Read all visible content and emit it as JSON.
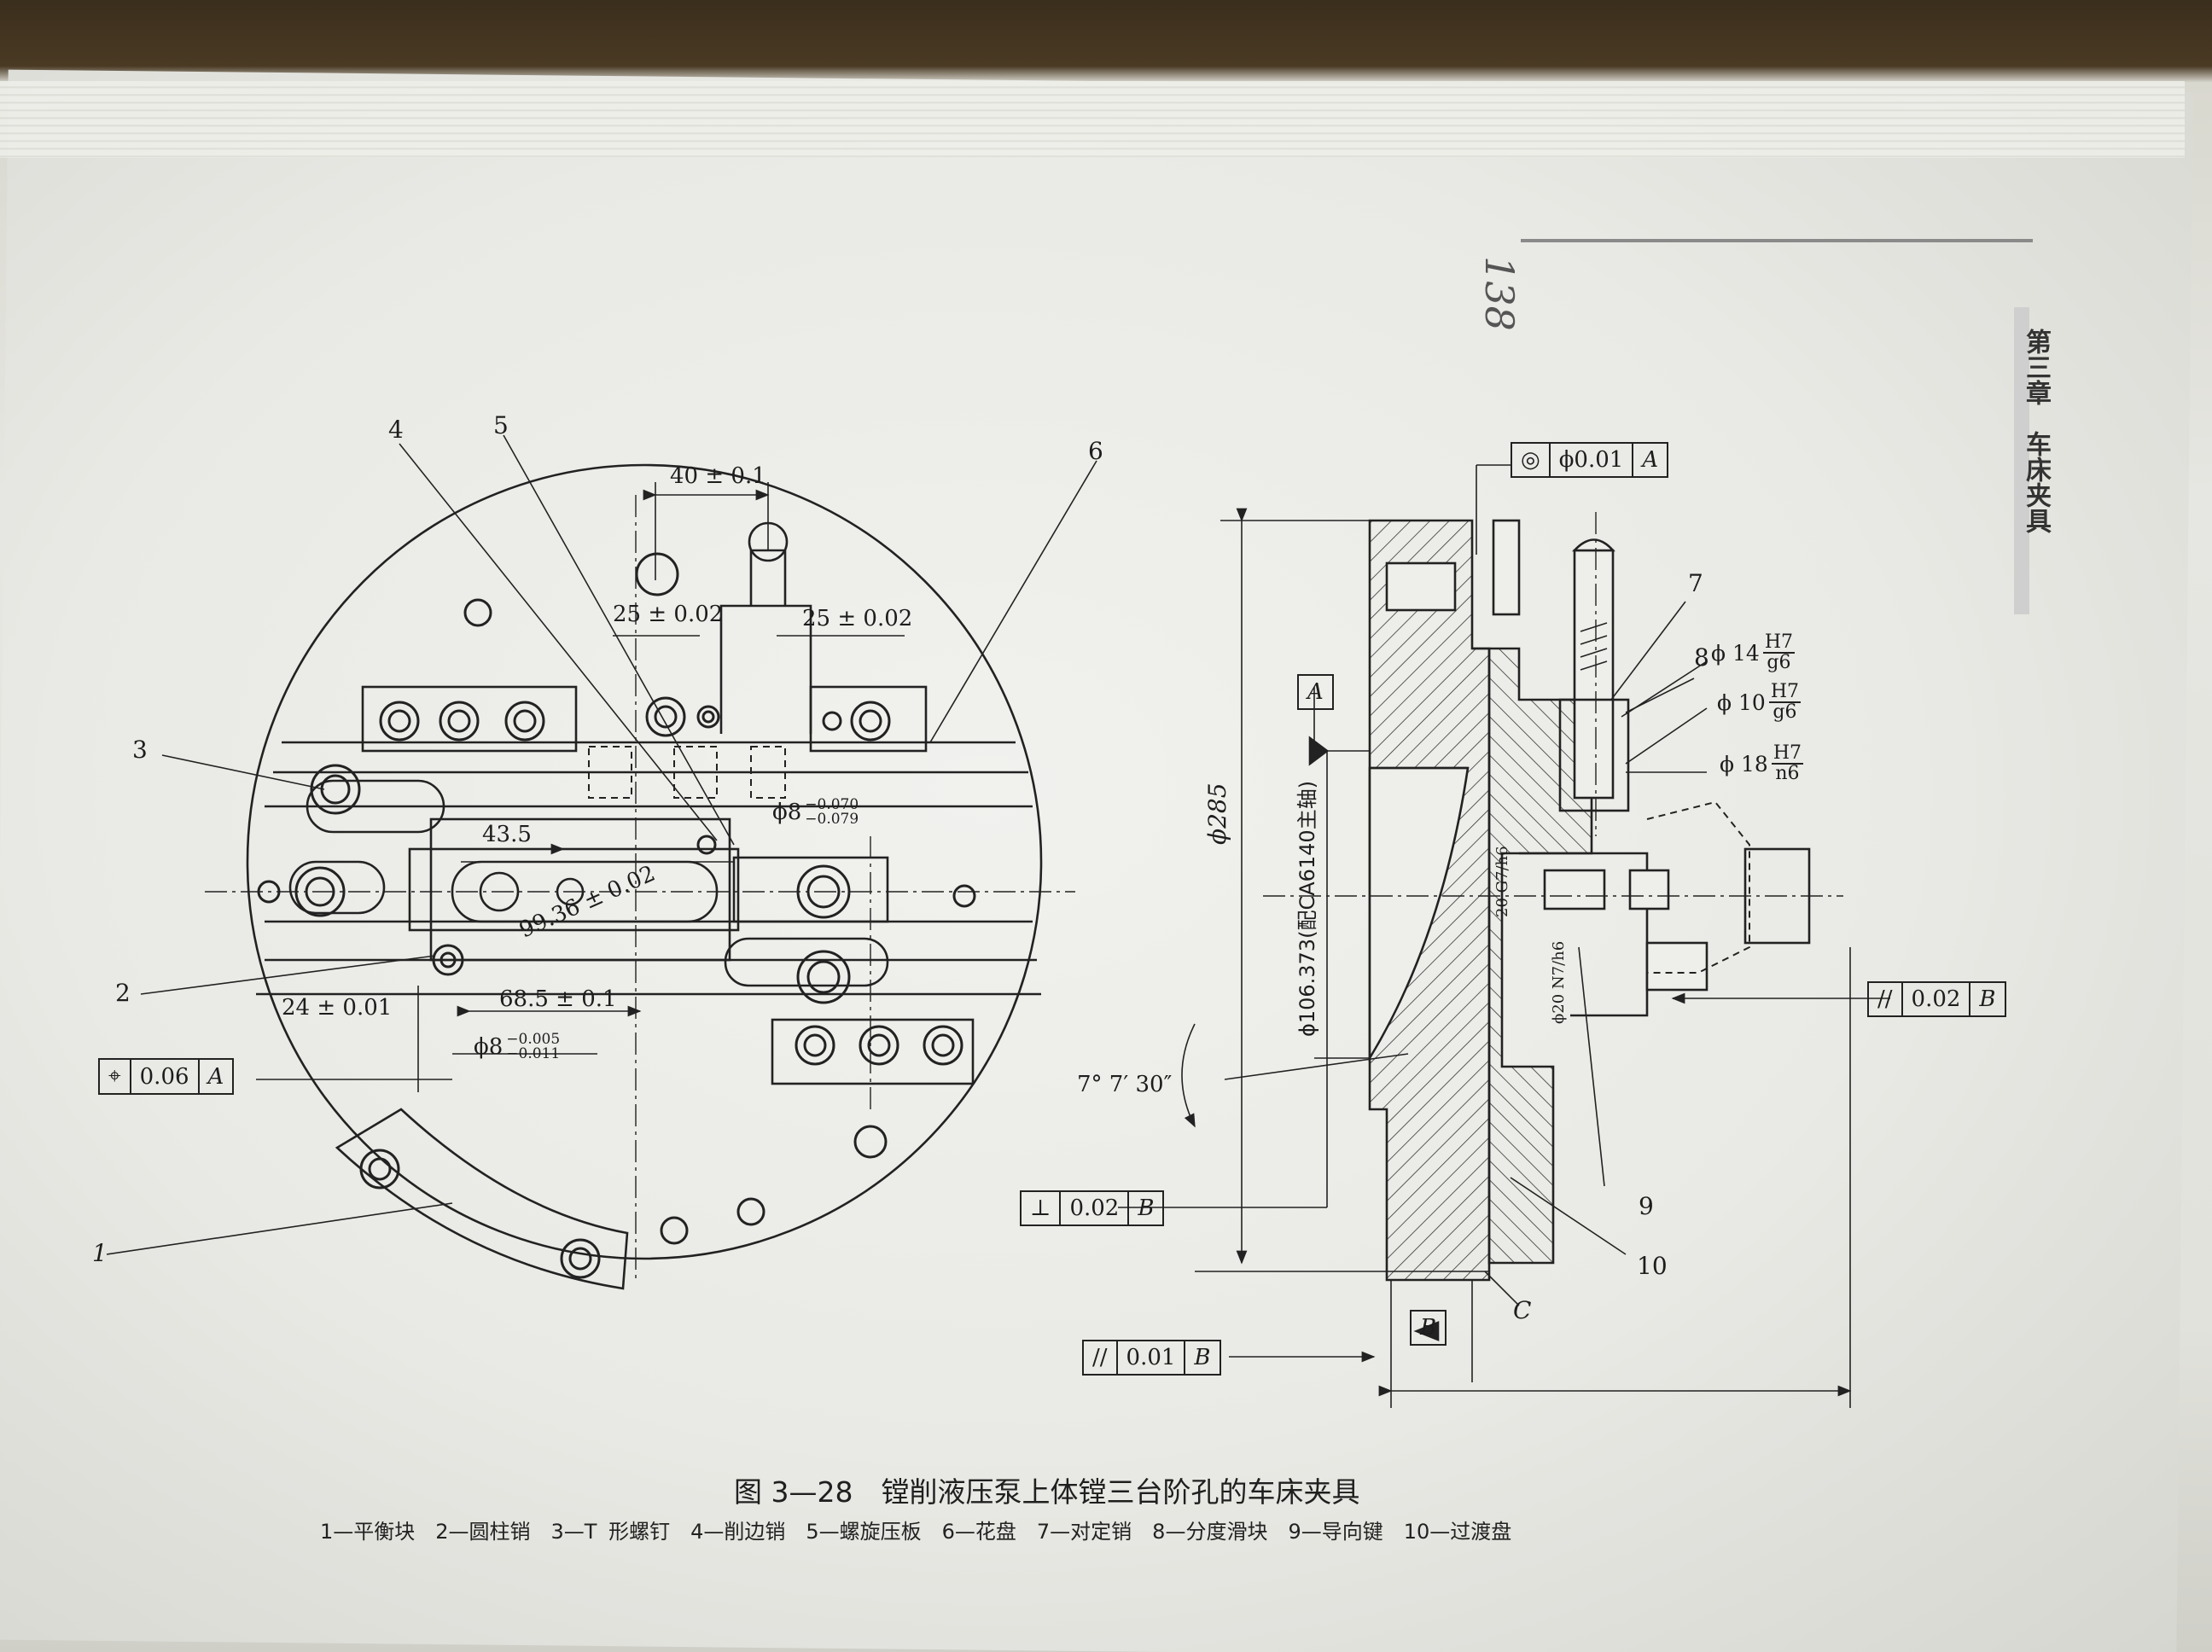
{
  "page": {
    "number": "138",
    "running_head": "第三章　车床夹具"
  },
  "figure": {
    "caption": "图 3—28　镗削液压泵上体镗三台阶孔的车床夹具",
    "legend": "1—平衡块　2—圆柱销　3—T 形螺钉　4—削边销　5—螺旋压板　6—花盘　7—对定销　8—分度滑块　9—导向键　10—过渡盘"
  },
  "left_view": {
    "callouts": [
      "1",
      "2",
      "3",
      "4",
      "5",
      "6"
    ],
    "dimensions": {
      "d40": "40 ± 0.1",
      "d25a": "25 ± 0.02",
      "d25b": "25 ± 0.02",
      "d435": "43.5",
      "d9936": "99.36 ± 0.02",
      "d24": "24 ± 0.01",
      "d685": "68.5 ± 0.1",
      "phi8a": "ϕ8",
      "phi8a_up": "−0.070",
      "phi8a_lo": "−0.079",
      "phi8b": "ϕ8",
      "phi8b_up": "−0.005",
      "phi8b_lo": "−0.011"
    },
    "tolerance_position": {
      "symbol": "⌖",
      "value": "0.06",
      "datum": "A"
    }
  },
  "right_view": {
    "callouts": [
      "7",
      "8",
      "9",
      "10"
    ],
    "datum_A": "A",
    "datum_B": "B",
    "label_C": "C",
    "phi285": "ϕ285",
    "phi106": "ϕ106.373(配CA6140主轴)",
    "angle": "7° 7′ 30″",
    "fits": [
      {
        "d": "ϕ 14",
        "num": "H7",
        "den": "g6"
      },
      {
        "d": "ϕ 10",
        "num": "H7",
        "den": "g6"
      },
      {
        "d": "ϕ 18",
        "num": "H7",
        "den": "n6"
      }
    ],
    "small_fits": {
      "g7": "20 G7/h6",
      "phi20": "ϕ20 N7/h6"
    },
    "tol_concentric": {
      "symbol": "◎",
      "value": "ϕ0.01",
      "datum": "A"
    },
    "tol_perp": {
      "symbol": "⊥",
      "value": "0.02",
      "datum": "B"
    },
    "tol_par1": {
      "symbol": "//",
      "value": "0.02",
      "datum": "B"
    },
    "tol_par2": {
      "symbol": "//",
      "value": "0.01",
      "datum": "B"
    }
  }
}
